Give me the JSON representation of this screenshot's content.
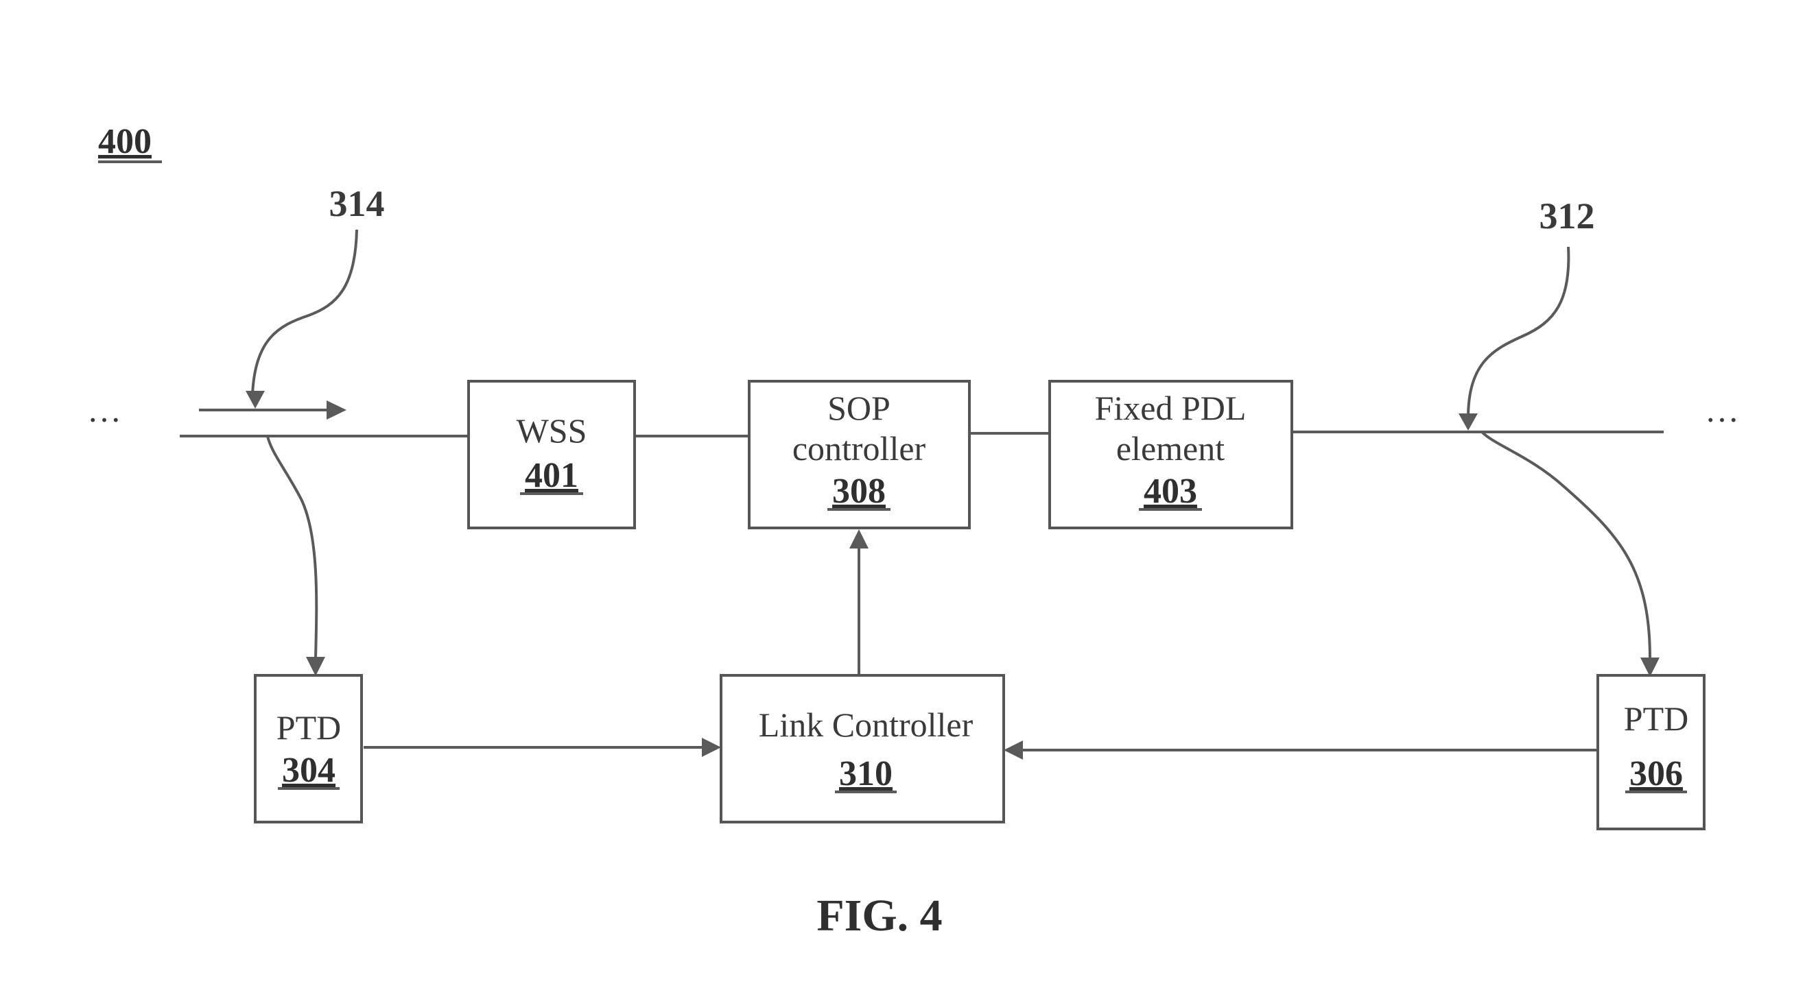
{
  "figure_ref": "400",
  "figure_caption": "FIG. 4",
  "ellipsis": "…",
  "callouts": {
    "left_tap": "314",
    "right_tap": "312"
  },
  "blocks": {
    "wss": {
      "line1": "WSS",
      "ref": "401"
    },
    "sop": {
      "line1": "SOP",
      "line2": "controller",
      "ref": "308"
    },
    "pdl": {
      "line1": "Fixed PDL",
      "line2": "element",
      "ref": "403"
    },
    "ptd_left": {
      "line1": "PTD",
      "ref": "304"
    },
    "link": {
      "line1": "Link Controller",
      "ref": "310"
    },
    "ptd_right": {
      "line1": "PTD",
      "ref": "306"
    }
  }
}
